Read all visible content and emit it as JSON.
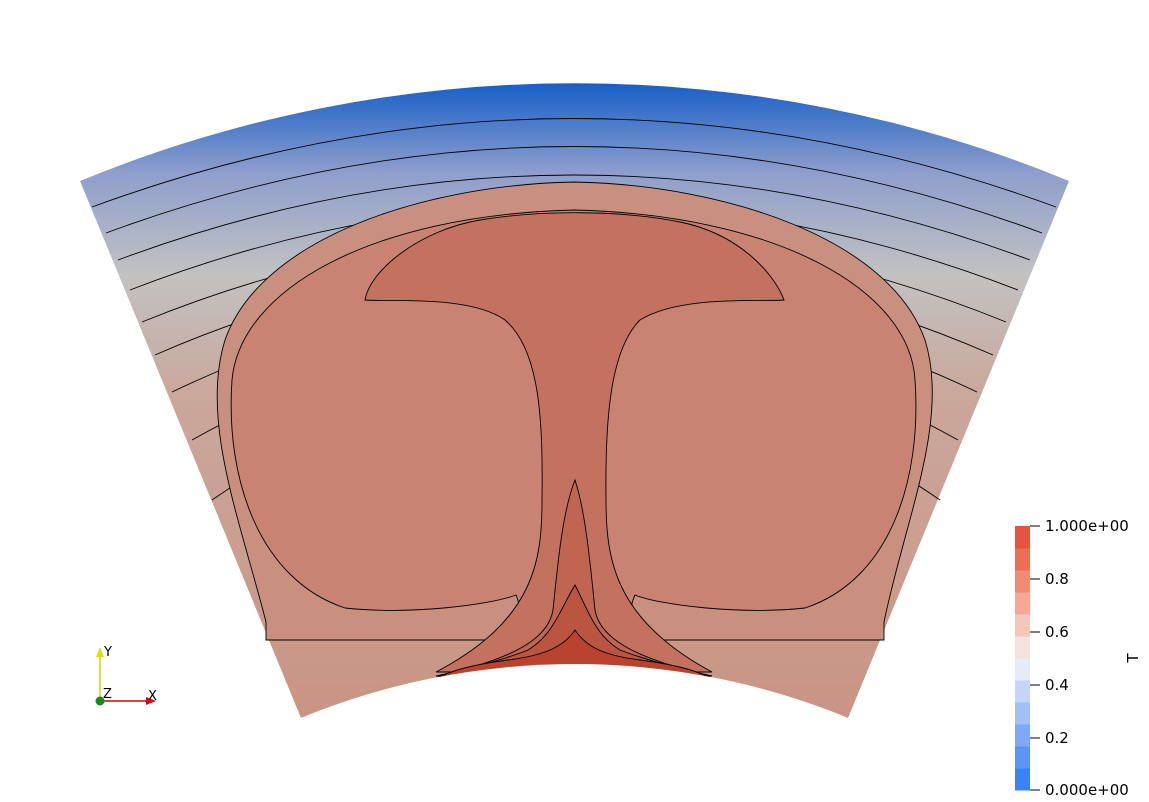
{
  "colorbar": {
    "title": "T",
    "labels": [
      "1.000e+00",
      "0.8",
      "0.6",
      "0.4",
      "0.2",
      "0.000e+00"
    ],
    "colors": [
      "#3b82f6",
      "#5d95f4",
      "#7fa9f5",
      "#a2c0f7",
      "#c4d6f8",
      "#e6ebf5",
      "#f4e2df",
      "#f7c6bb",
      "#f6a896",
      "#f28b73",
      "#ec6e55",
      "#e5553d"
    ]
  },
  "orientation_axes": {
    "x": "X",
    "y": "Y",
    "z": "Z"
  },
  "field_colors": {
    "top": "#1a60c8",
    "mid_upper": "#8f9fcc",
    "mid": "#c2c2c2",
    "mid_lower": "#caa89c",
    "lower": "#c99484",
    "cell": "#c88372",
    "head": "#c47260",
    "plume_core": "#b9432e"
  }
}
